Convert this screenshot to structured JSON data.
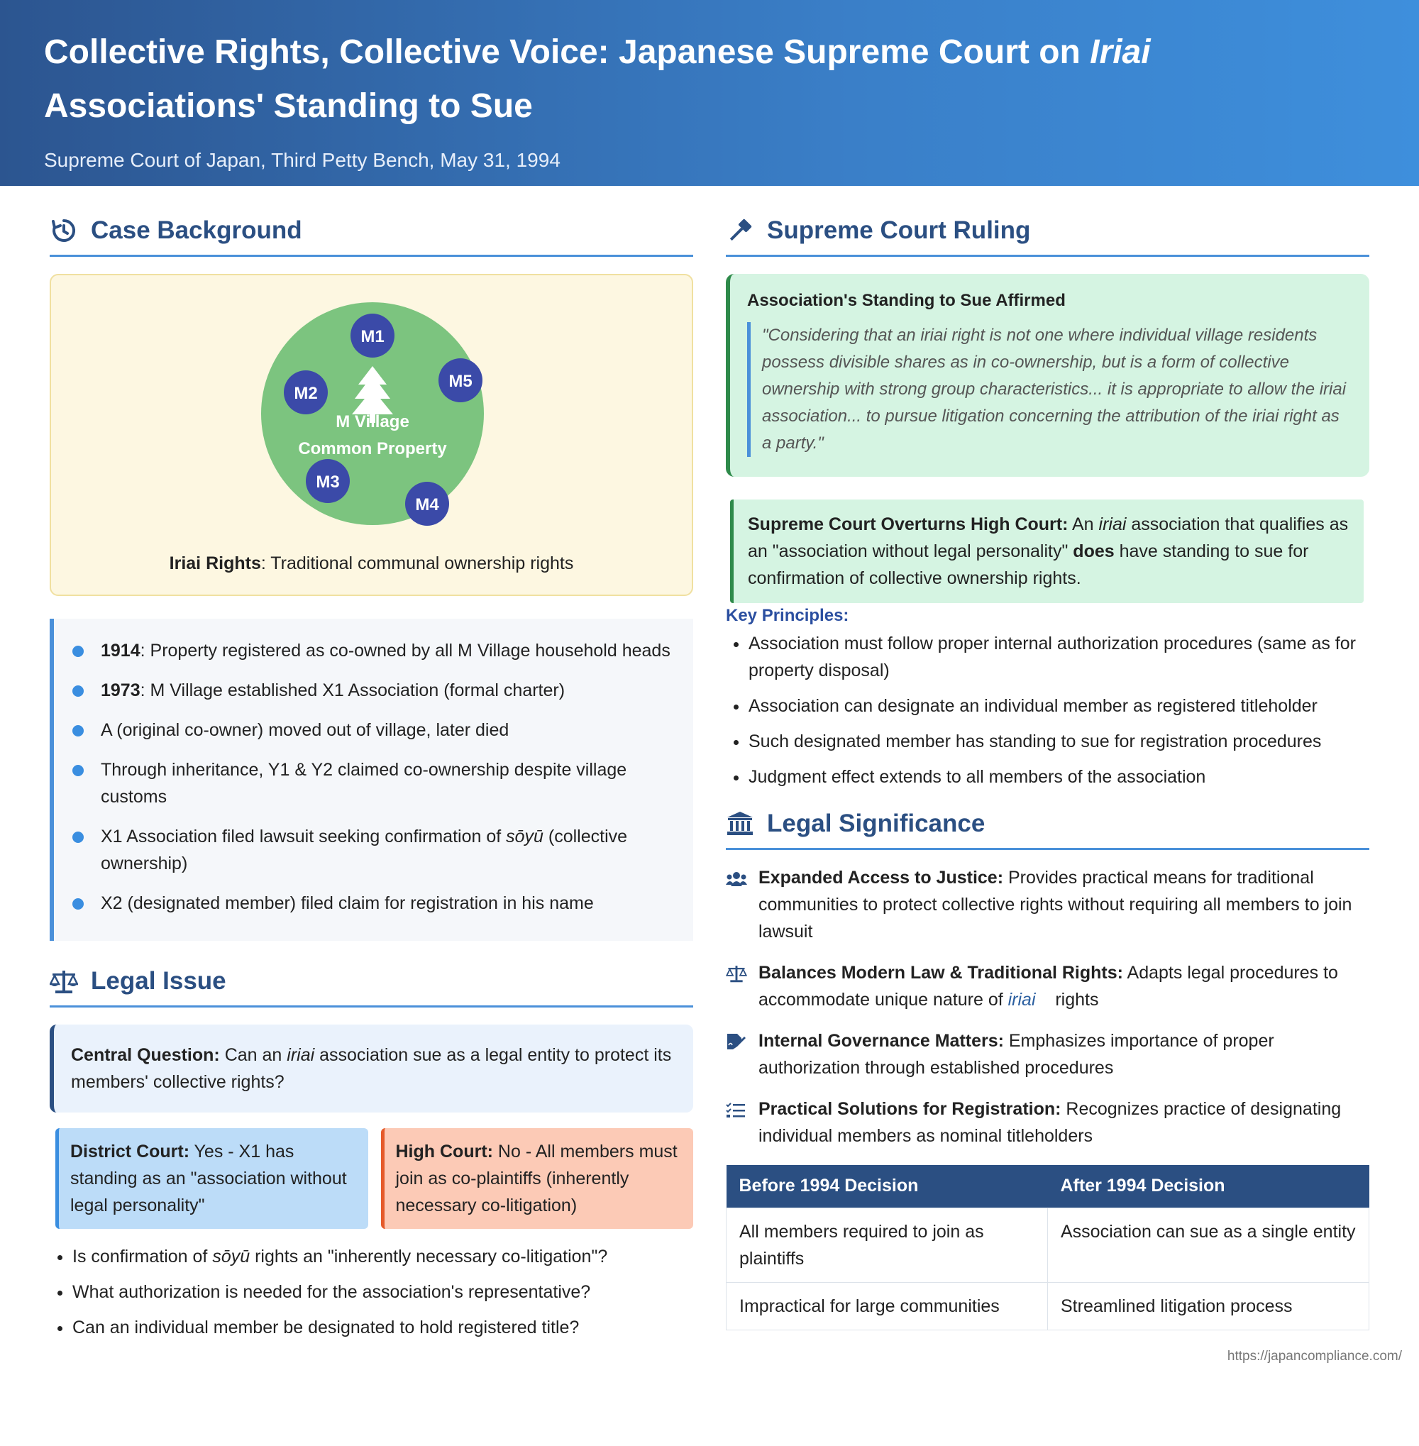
{
  "header": {
    "title_part1": "Collective Rights, Collective Voice: Japanese Supreme Court on ",
    "title_italic": "Iriai",
    "title_part2": " Associations' Standing to Sue",
    "subtitle": "Supreme Court of Japan, Third Petty Bench, May 31, 1994"
  },
  "background": {
    "title": "Case Background",
    "diagram": {
      "center_line1": "M Village",
      "center_line2": "Common Property",
      "members": [
        "M1",
        "M2",
        "M3",
        "M4",
        "M5"
      ]
    },
    "caption_bold": "Iriai Rights",
    "caption_rest": ": Traditional communal ownership rights",
    "timeline": [
      {
        "bold": "1914",
        "pre": "",
        "text": ": Property registered as co-owned by all M Village household heads",
        "italic": "",
        "post": ""
      },
      {
        "bold": "1973",
        "pre": "",
        "text": ": M Village established X1 Association (formal charter)",
        "italic": "",
        "post": ""
      },
      {
        "bold": "",
        "pre": "",
        "text": "A (original co-owner) moved out of village, later died",
        "italic": "",
        "post": ""
      },
      {
        "bold": "",
        "pre": "",
        "text": "Through inheritance, Y1 & Y2 claimed co-ownership despite village customs",
        "italic": "",
        "post": ""
      },
      {
        "bold": "",
        "pre": "",
        "text": "X1 Association filed lawsuit seeking confirmation of ",
        "italic": "sōyū",
        "post": " (collective ownership)"
      },
      {
        "bold": "",
        "pre": "",
        "text": "X2 (designated member) filed claim for registration in his name",
        "italic": "",
        "post": ""
      }
    ]
  },
  "issue": {
    "title": "Legal Issue",
    "central_label": "Central Question:",
    "central_pre": " Can an ",
    "central_italic": "iriai",
    "central_post": " association sue as a legal entity to protect its members' collective rights?",
    "district_label": "District Court:",
    "district_text": " Yes - X1 has standing as an \"association without legal personality\"",
    "high_label": "High Court:",
    "high_text": " No - All members must join as co-plaintiffs (inherently necessary co-litigation)",
    "questions": [
      {
        "pre": "Is confirmation of ",
        "italic": "sōyū",
        "post": " rights an \"inherently necessary co-litigation\"?"
      },
      {
        "pre": "What authorization is needed for the association's representative?",
        "italic": "",
        "post": ""
      },
      {
        "pre": "Can an individual member be designated to hold registered title?",
        "italic": "",
        "post": ""
      }
    ]
  },
  "ruling": {
    "title": "Supreme Court Ruling",
    "box_title": "Association's Standing to Sue Affirmed",
    "quote": "\"Considering that an iriai right is not one where individual village residents possess divisible shares as in co-ownership, but is a form of collective ownership with strong group characteristics... it is appropriate to allow the iriai association... to pursue litigation concerning the attribution of the iriai right as a party.\"",
    "overturn_label": "Supreme Court Overturns High Court:",
    "overturn_pre": " An ",
    "overturn_italic": "iriai",
    "overturn_mid": " association that qualifies as an \"association without legal personality\" ",
    "overturn_bold": "does",
    "overturn_post": " have standing to sue for confirmation of collective ownership rights.",
    "principles_title": "Key Principles:",
    "principles": [
      "Association must follow proper internal authorization procedures (same as for property disposal)",
      "Association can designate an individual member as registered titleholder",
      "Such designated member has standing to sue for registration procedures",
      "Judgment effect extends to all members of the association"
    ]
  },
  "significance": {
    "title": "Legal Significance",
    "items": [
      {
        "icon": "users-icon",
        "label": "Expanded Access to Justice:",
        "text": " Provides practical means for traditional communities to protect collective rights without requiring all members to join lawsuit",
        "italic": "",
        "post": ""
      },
      {
        "icon": "scale-icon",
        "label": "Balances Modern Law & Traditional Rights:",
        "text": " Adapts legal procedures to accommodate unique nature of ",
        "italic": "iriai",
        "post": "    rights"
      },
      {
        "icon": "signature-icon",
        "label": "Internal Governance Matters:",
        "text": " Emphasizes importance of proper authorization through established procedures",
        "italic": "",
        "post": ""
      },
      {
        "icon": "list-check-icon",
        "label": "Practical Solutions for Registration:",
        "text": " Recognizes practice of designating individual members as nominal titleholders",
        "italic": "",
        "post": ""
      }
    ],
    "table": {
      "headers": [
        "Before 1994 Decision",
        "After 1994 Decision"
      ],
      "rows": [
        [
          "All members required to join as plaintiffs",
          "Association can sue as a single entity"
        ],
        [
          "Impractical for large communities",
          "Streamlined litigation process"
        ]
      ]
    }
  },
  "footer": {
    "url": "https://japancompliance.com/"
  },
  "colors": {
    "header_start": "#2c5590",
    "header_end": "#3e8fdc",
    "accent": "#4a90d9",
    "section_title": "#2b4f82",
    "green_box": "#d5f4e2",
    "member_circle": "#3b4aa8",
    "property_circle": "#7cc47f"
  }
}
